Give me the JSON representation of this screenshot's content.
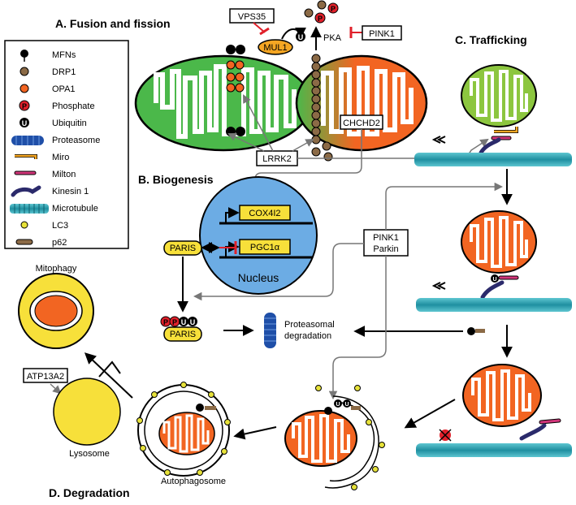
{
  "sections": {
    "fusion": "A. Fusion and fission",
    "biogenesis": "B. Biogenesis",
    "trafficking": "C. Trafficking",
    "degradation": "D. Degradation"
  },
  "legend": [
    "MFNs",
    "DRP1",
    "OPA1",
    "Phosphate",
    "Ubiquitin",
    "Proteasome",
    "Miro",
    "Milton",
    "Kinesin 1",
    "Microtubule",
    "LC3",
    "p62"
  ],
  "labels": {
    "vps35": "VPS35",
    "mul1": "MUL1",
    "pka": "PKA",
    "pink1": "PINK1",
    "chchd2": "CHCHD2",
    "lrrk2": "LRRK2",
    "cox4i2": "COX4I2",
    "pgc1a": "PGC1α",
    "nucleus": "Nucleus",
    "paris": "PARIS",
    "paris2": "PARIS",
    "pink1_parkin_1": "PINK1",
    "pink1_parkin_2": "Parkin",
    "proteasomal_1": "Proteasomal",
    "proteasomal_2": "degradation",
    "mitophagy": "Mitophagy",
    "atp13a2": "ATP13A2",
    "lysosome": "Lysosome",
    "autophagosome": "Autophagosome",
    "ub": "U",
    "p": "P"
  },
  "colors": {
    "green": "#4bb84a",
    "green_light": "#8cc63f",
    "orange": "#f26522",
    "nucleus_blue": "#6cace4",
    "yellow": "#f7e03a",
    "red": "#e0202a",
    "drp1_brown": "#8b6a46",
    "tube_teal": "#2fa9b8"
  }
}
